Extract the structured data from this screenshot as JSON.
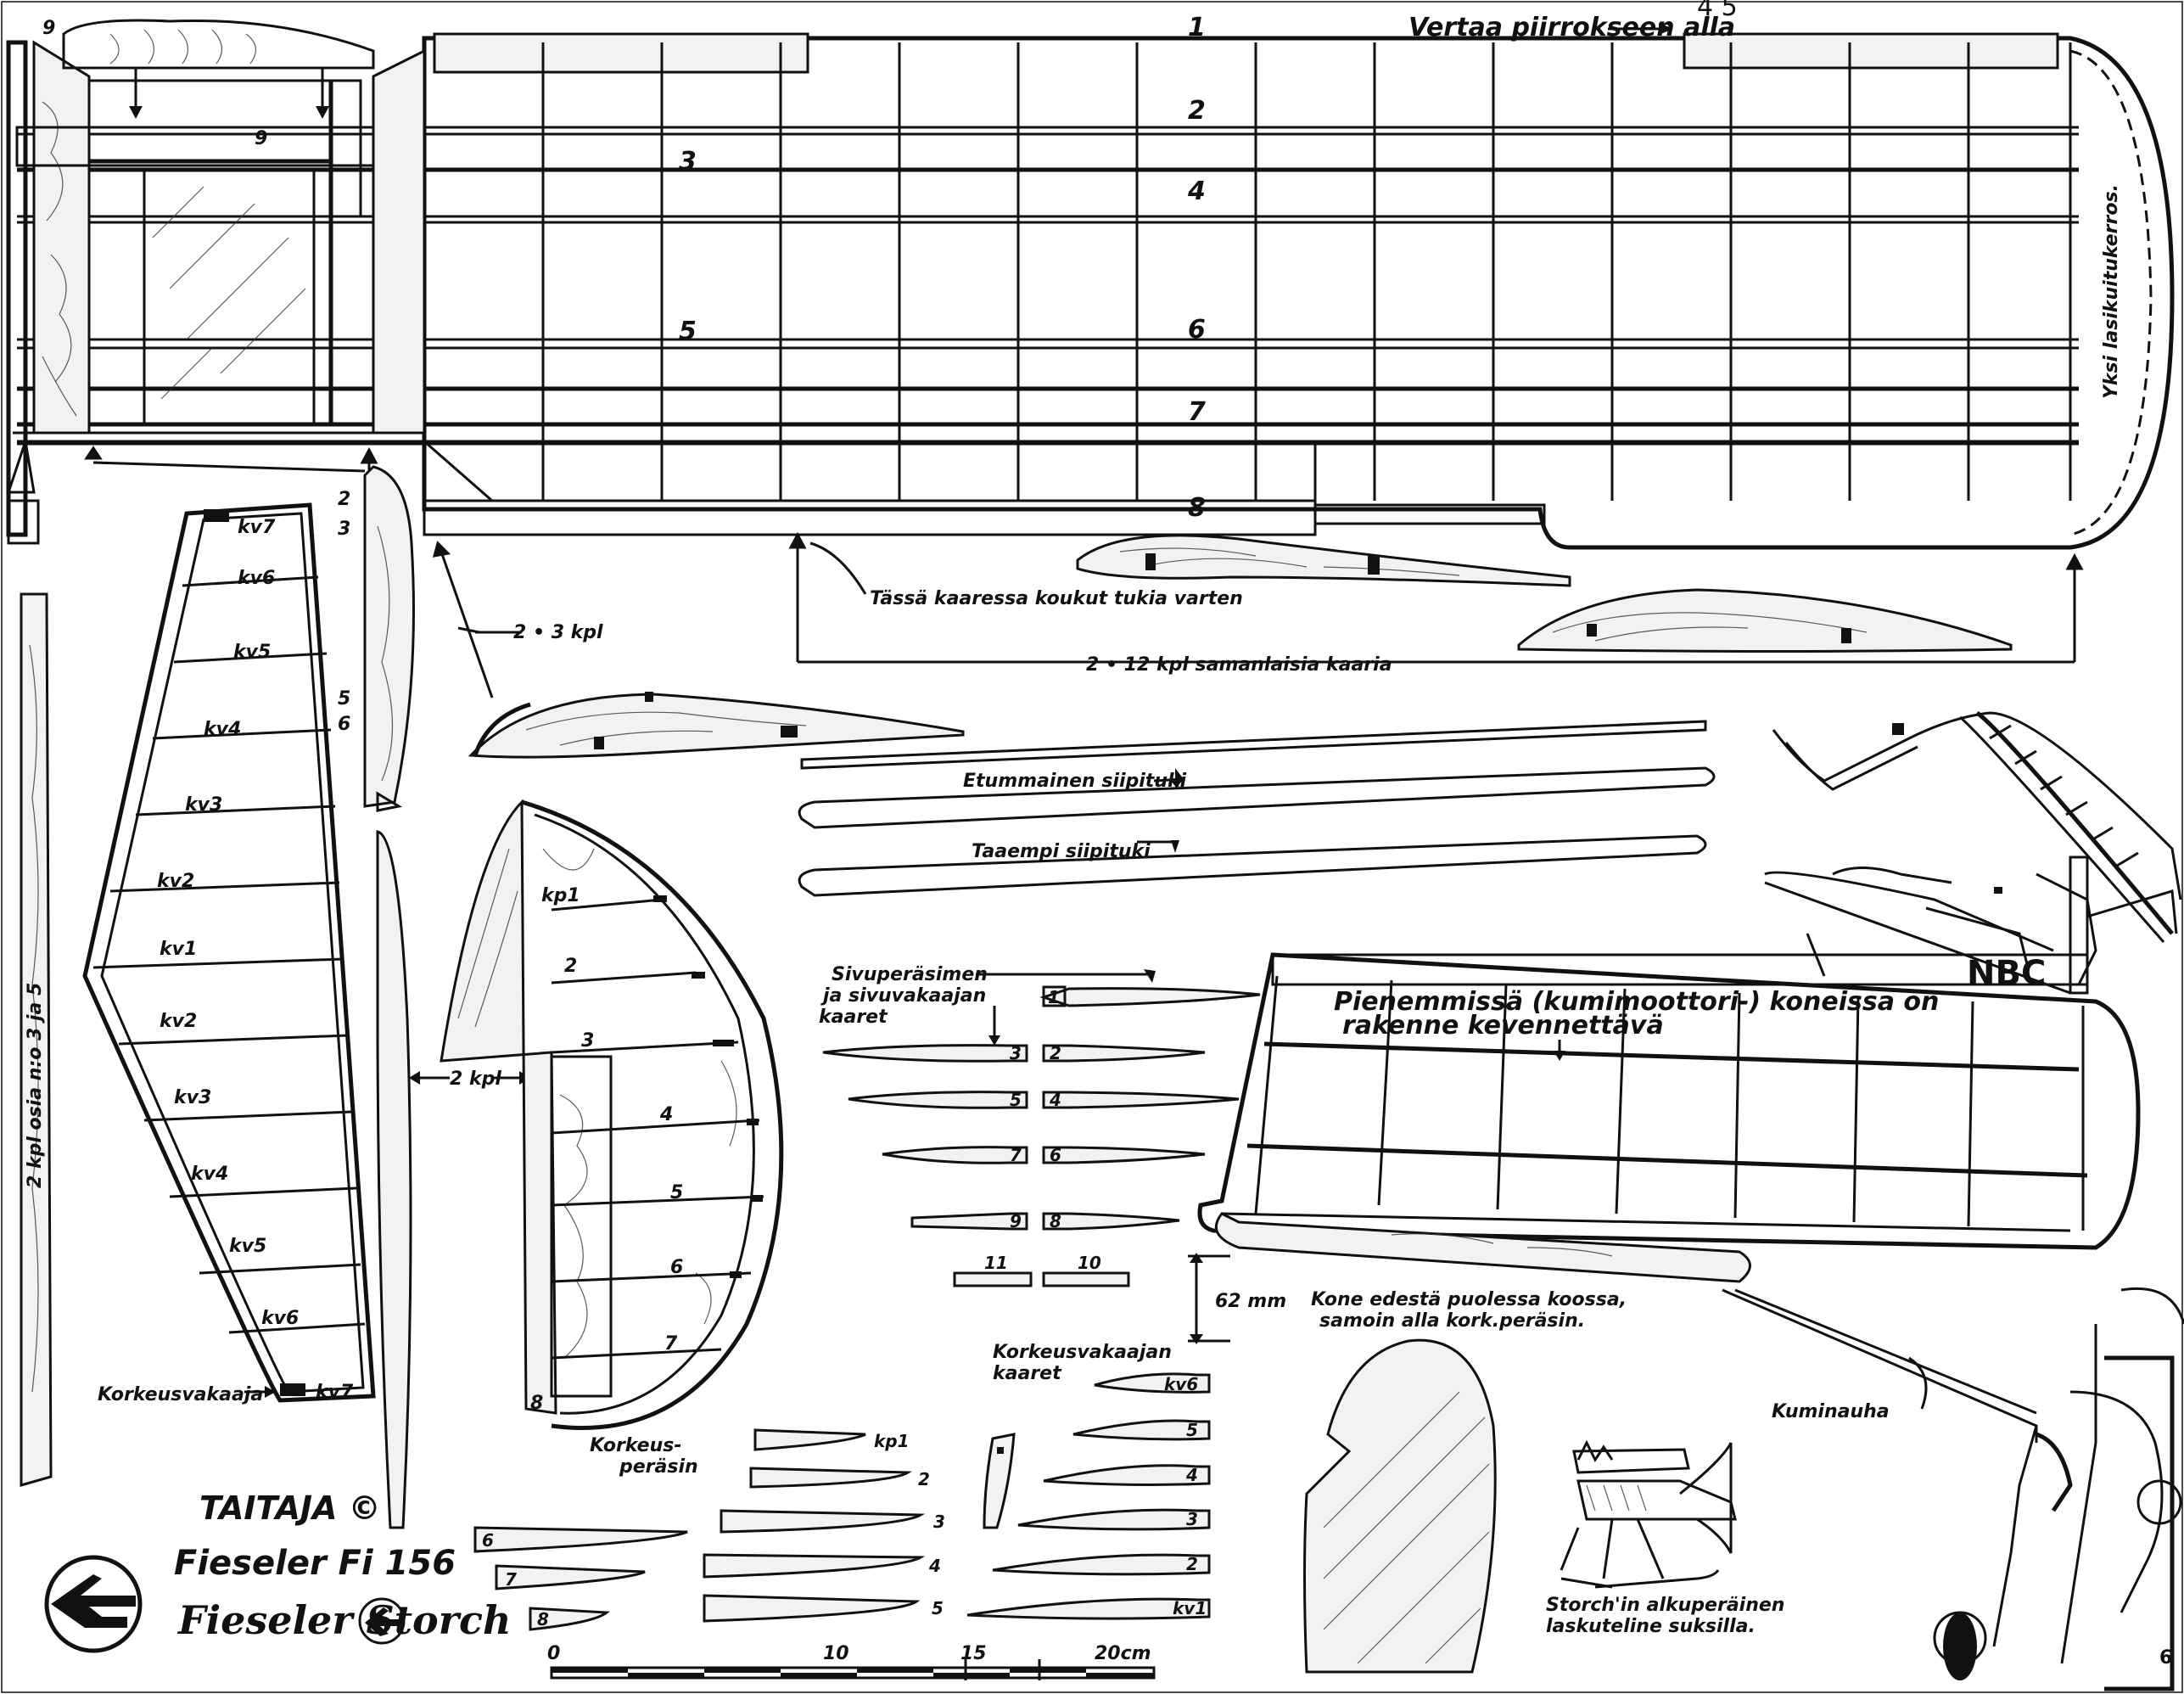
{
  "labels": {
    "rib_1": "1",
    "rib_2": "2",
    "rib_3": "3",
    "rib_4": "4",
    "rib_5": "5",
    "rib_6": "6",
    "rib_7": "7",
    "rib_8": "8",
    "rib_9": "9",
    "rib_10": "10",
    "rib_11": "11",
    "compare_below": "Vertaa piirrokseen alla",
    "handwritten_number": "4 5",
    "fiberglass_layer": "Yksi lasikuitukerros.",
    "hooks_note": "Tässä kaaressa koukut tukia varten",
    "two_times_three": "2 • 3 kpl",
    "twelve_ribs": "2 • 12 kpl samanlaisia kaaria",
    "front_strut": "Etummainen siipituki",
    "rear_strut": "Taaempi siipituki",
    "lighter_note_1": "Pienemmissä (kumimoottori-) koneissa on",
    "lighter_note_2": "rakenne kevennettävä",
    "rudder_ribs_1": "Sivuperäsimen",
    "rudder_ribs_2": "ja sivuvakaajan",
    "rudder_ribs_3": "kaaret",
    "two_pcs": "2 kpl",
    "two_pcs_side": "2 kpl osia n:o 3 ja 5",
    "kv7": "kv7",
    "kv6": "kv6",
    "kv5": "kv5",
    "kv4": "kv4",
    "kv3": "kv3",
    "kv2": "kv2",
    "kv1": "kv1",
    "kp1": "kp1",
    "stabilizer": "Korkeusvakaaja",
    "elevator": "Korkeus-",
    "elevator_2": "peräsin",
    "stab_ribs_1": "Korkeusvakaajan",
    "stab_ribs_2": "kaaret",
    "dim_62": "62 mm",
    "half_size_1": "Kone edestä puolessa koossa,",
    "half_size_2": "samoin alla kork.peräsin.",
    "rubber_band": "Kuminauha",
    "skis_1": "Storch'in alkuperäinen",
    "skis_2": "laskuteline suksilla.",
    "brand": "TAITAJA ©",
    "model_name": "Fieseler Fi 156",
    "signature": "Fieseler Storch",
    "registration": "NBC",
    "scale_0": "0",
    "scale_10": "10",
    "scale_15": "15",
    "scale_20": "20cm",
    "corner_mark": "6"
  },
  "icons": {
    "logo": "taitaja-arrow-logo"
  }
}
